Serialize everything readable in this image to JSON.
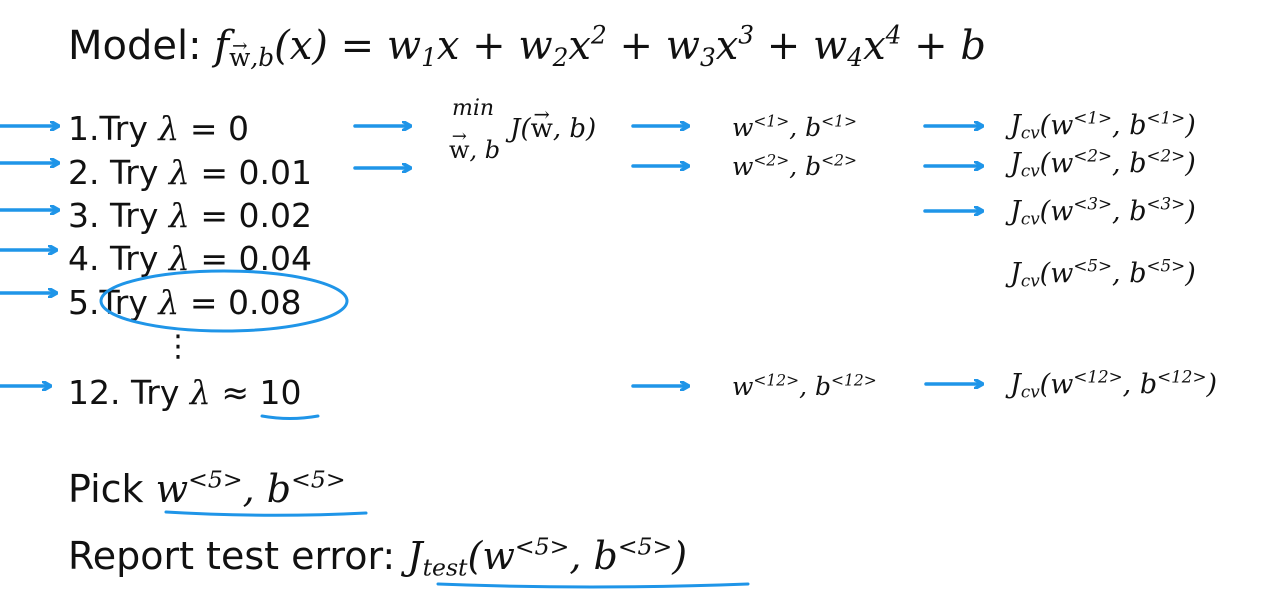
{
  "model": {
    "label": "Model:",
    "f": "f",
    "f_sub_w": "w",
    "f_sub_b": ",b",
    "f_arg": "(x) = ",
    "terms": [
      {
        "coef": "w",
        "idx": "1",
        "var": "x",
        "pow": ""
      },
      {
        "coef": "w",
        "idx": "2",
        "var": "x",
        "pow": "2"
      },
      {
        "coef": "w",
        "idx": "3",
        "var": "x",
        "pow": "3"
      },
      {
        "coef": "w",
        "idx": "4",
        "var": "x",
        "pow": "4"
      }
    ],
    "plus": " + ",
    "bias": "b"
  },
  "trials": [
    {
      "num": "1.",
      "try": "Try",
      "lambda": "λ",
      "op": "=",
      "value": "0"
    },
    {
      "num": "2.",
      "try": "Try",
      "lambda": "λ",
      "op": "=",
      "value": "0.01"
    },
    {
      "num": "3.",
      "try": "Try",
      "lambda": "λ",
      "op": "=",
      "value": "0.02"
    },
    {
      "num": "4.",
      "try": "Try",
      "lambda": "λ",
      "op": "=",
      "value": "0.04"
    },
    {
      "num": "5.",
      "try": "Try",
      "lambda": "λ",
      "op": "=",
      "value": "0.08"
    },
    {
      "num": "12.",
      "try": "Try",
      "lambda": "λ",
      "op": "≈",
      "value": "10"
    }
  ],
  "vdots": "⋮",
  "minimize": {
    "min": "min",
    "under_w": "w",
    "under_b": ", b",
    "J": "J",
    "w": "w",
    "tail": ", b)"
  },
  "params": [
    {
      "w": "w",
      "b": "b",
      "sup": "<1>"
    },
    {
      "w": "w",
      "b": "b",
      "sup": "<2>"
    },
    {
      "w": "w",
      "b": "b",
      "sup": "<12>"
    }
  ],
  "jcv": [
    {
      "J": "J",
      "sub": "cv",
      "w": "w",
      "b": "b",
      "sup": "<1>"
    },
    {
      "J": "J",
      "sub": "cv",
      "w": "w",
      "b": "b",
      "sup": "<2>"
    },
    {
      "J": "J",
      "sub": "cv",
      "w": "w",
      "b": "b",
      "sup": "<3>"
    },
    {
      "J": "J",
      "sub": "cv",
      "w": "w",
      "b": "b",
      "sup": "<5>"
    },
    {
      "J": "J",
      "sub": "cv",
      "w": "w",
      "b": "b",
      "sup": "<12>"
    }
  ],
  "pick": {
    "label": "Pick",
    "w": "w",
    "b": "b",
    "sup": "<5>"
  },
  "report": {
    "label": "Report test error:",
    "J": "J",
    "sub": "test",
    "w": "w",
    "b": "b",
    "sup": "<5>"
  },
  "colors": {
    "arrow": "#1f95e8",
    "text": "#111111",
    "background": "#ffffff"
  }
}
